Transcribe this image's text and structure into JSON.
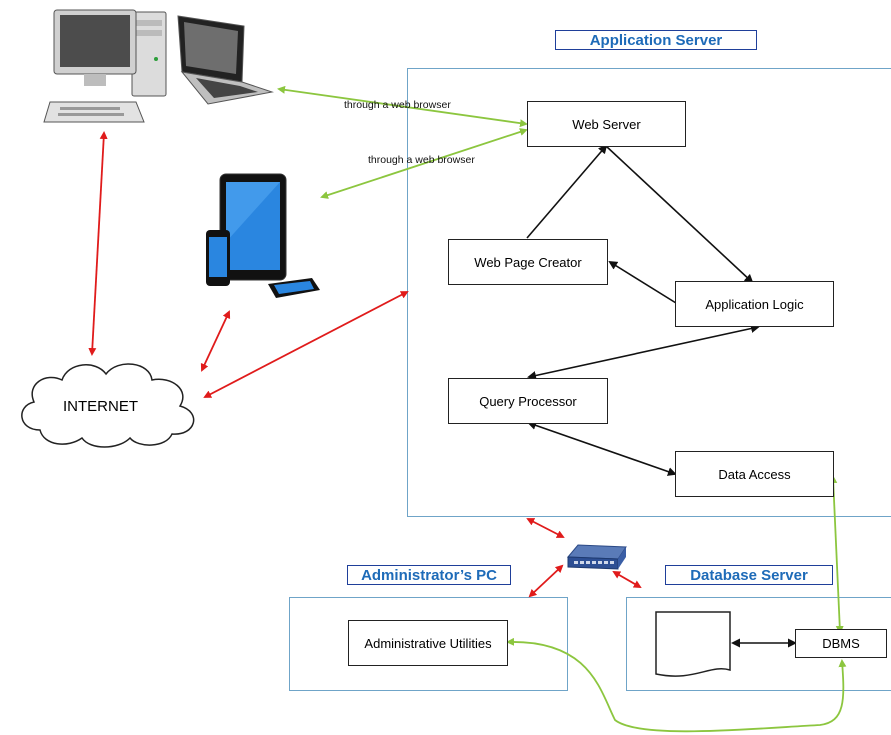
{
  "regions": {
    "application_server": {
      "title": "Application Server"
    },
    "admin_pc": {
      "title": "Administrator’s PC"
    },
    "database_server": {
      "title": "Database Server"
    }
  },
  "nodes": {
    "web_server": "Web Server",
    "web_page_creator": "Web Page Creator",
    "application_logic": "Application Logic",
    "query_processor": "Query Processor",
    "data_access": "Data Access",
    "admin_utilities": "Administrative Utilities",
    "dbms": "DBMS",
    "internet": "INTERNET"
  },
  "edge_labels": {
    "desktop_to_web": "through a web browser",
    "mobile_to_web": "through a web browser"
  },
  "icons": [
    "desktop-computer-icon",
    "laptop-icon",
    "tablet-icon",
    "smartphone-icon",
    "network-switch-icon",
    "document-icon",
    "internet-cloud-icon"
  ],
  "colors": {
    "web_link": "#8cc63f",
    "network_link": "#e01b1b",
    "internal_link": "#111111",
    "region_border": "#6fa4c8",
    "region_title": "#1e6bb8"
  }
}
